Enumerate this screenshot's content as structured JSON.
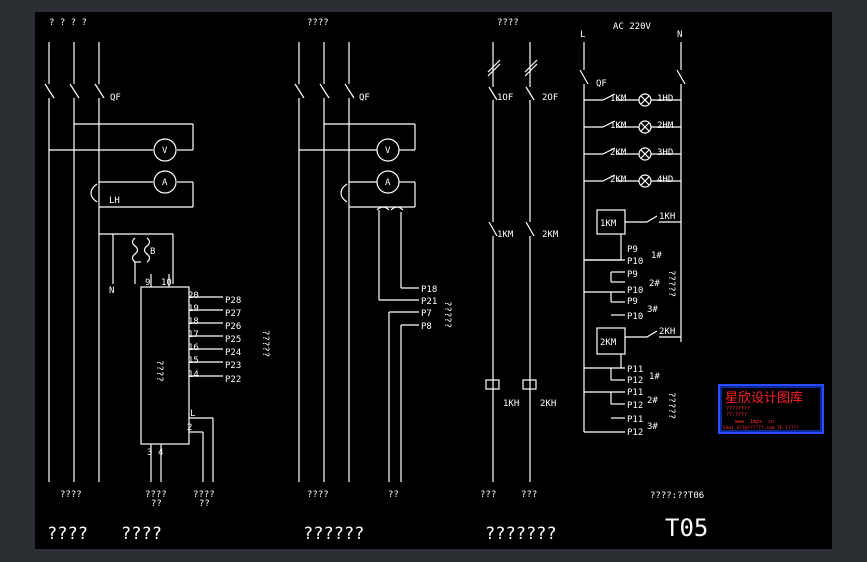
{
  "sections": {
    "left_header": "? ? ? ?",
    "mid_header": "????",
    "control_header": "????",
    "supply": "AC 220V",
    "phase_l": "L",
    "phase_n": "N"
  },
  "labels": {
    "qf": "QF",
    "v": "V",
    "a": "A",
    "lh": "LH",
    "b": "B",
    "n": "N",
    "f1": "1OF",
    "f2": "2OF",
    "km1": "1KM",
    "km2": "2KM",
    "kh1": "1KH",
    "kh2": "2KH",
    "hd1": "1HD",
    "hm2": "2HM",
    "hd3": "3HD",
    "hd4": "4HD"
  },
  "meter_unit": {
    "pins": [
      "20",
      "19",
      "18",
      "17",
      "16",
      "15",
      "14"
    ],
    "ports": [
      "P28",
      "P27",
      "P26",
      "P25",
      "P24",
      "P23",
      "P22"
    ],
    "pin9": "9",
    "pin10": "10",
    "pin_l": "L",
    "pin2": "2",
    "pin3": "3",
    "pin4": "4",
    "box_label": "????",
    "side_note": "?????"
  },
  "mid_ports": [
    "P18",
    "P21",
    "P7",
    "P8"
  ],
  "mid_note": "?????",
  "control_ports_1": [
    "P9",
    "P10",
    "P9",
    "P10",
    "P9",
    "P10"
  ],
  "control_ports_2": [
    "P11",
    "P12",
    "P11",
    "P12",
    "P11",
    "P12"
  ],
  "groups": [
    "1#",
    "2#",
    "3#"
  ],
  "groups_b": [
    "1#",
    "2#",
    "3#"
  ],
  "control_note_1": "?????",
  "control_note_2": "?????",
  "bottom_labels": {
    "b1": "????",
    "b2": "????",
    "b2b": "??",
    "b3": "????",
    "b3b": "??",
    "b4": "????",
    "b5": "??",
    "b6": "???",
    "b7": "???"
  },
  "titles": {
    "t1": "????",
    "t2": "????",
    "t3": "??????",
    "t4": "???????",
    "code": "????:??T06",
    "sheet": "T05"
  },
  "watermark": {
    "title": "星欣设计图库",
    "line1": "????????",
    "line2": "??:????",
    "line3": "www. 1mpx. cn",
    "line4": "Emai 4??@??????.com TE:1????"
  }
}
